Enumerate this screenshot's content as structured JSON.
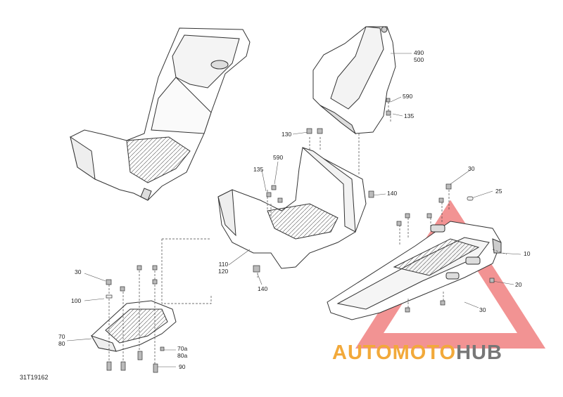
{
  "drawing_id": "31T19162",
  "callouts": {
    "c490": "490",
    "c500": "500",
    "c590a": "590",
    "c135a": "135",
    "c130": "130",
    "c590b": "590",
    "c135b": "135",
    "c140a": "140",
    "c30a": "30",
    "c25": "25",
    "c10": "10",
    "c20": "20",
    "c30b": "30",
    "c110": "110",
    "c120": "120",
    "c140b": "140",
    "c30c": "30",
    "c100": "100",
    "c70": "70",
    "c80": "80",
    "c70a": "70a",
    "c80a": "80a",
    "c90": "90"
  },
  "watermark": {
    "part1": "AUTO",
    "part2": "MOTO",
    "part3": "HUB",
    "color_orange": "#f2a93a",
    "color_grey": "#777777",
    "color_red": "#e83a3a"
  }
}
